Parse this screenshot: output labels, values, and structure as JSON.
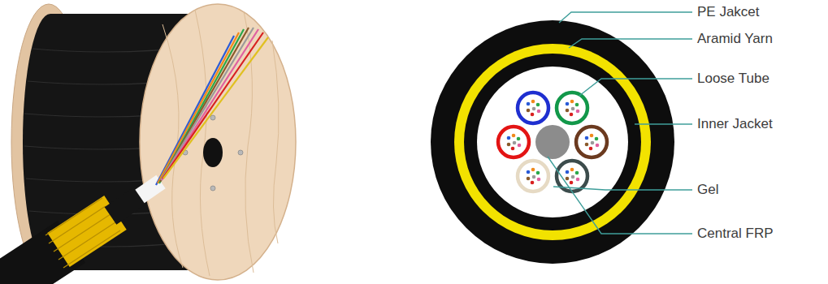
{
  "diagram": {
    "labels": [
      "PE Jakcet",
      "Aramid Yarn",
      "Loose Tube",
      "Inner Jacket",
      "Gel",
      "Central FRP"
    ]
  }
}
